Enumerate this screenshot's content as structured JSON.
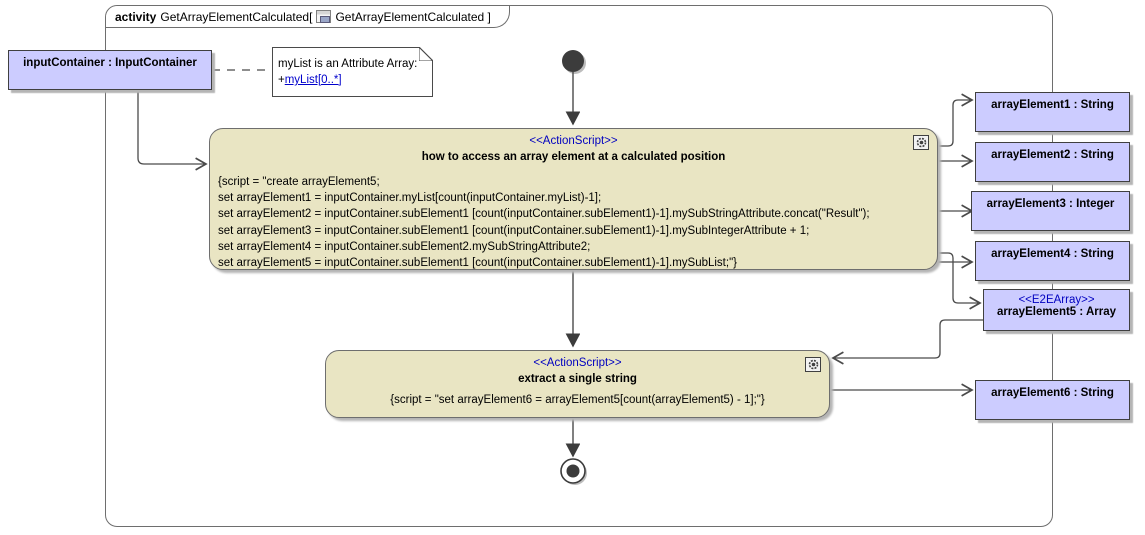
{
  "frame": {
    "keyword": "activity",
    "name_part": "GetArrayElementCalculated[",
    "diagram_ref": "GetArrayElementCalculated ]"
  },
  "input_container": {
    "label": "inputContainer : InputContainer"
  },
  "note": {
    "text": "myList is an Attribute Array:",
    "link_prefix": "+",
    "link_text": "myList[0..*]"
  },
  "action_main": {
    "stereotype": "<<ActionScript>>",
    "title": "how to access an array element at a calculated position",
    "script_lines": [
      "{script = \"create arrayElement5;",
      "set arrayElement1 = inputContainer.myList[count(inputContainer.myList)-1];",
      "set arrayElement2 = inputContainer.subElement1 [count(inputContainer.subElement1)-1].mySubStringAttribute.concat(\"Result\");",
      "set arrayElement3 = inputContainer.subElement1 [count(inputContainer.subElement1)-1].mySubIntegerAttribute + 1;",
      "set arrayElement4 = inputContainer.subElement2.mySubStringAttribute2;",
      "set arrayElement5 = inputContainer.subElement1 [count(inputContainer.subElement1)-1].mySubList;\"}"
    ]
  },
  "action_extract": {
    "stereotype": "<<ActionScript>>",
    "title": "extract a single string",
    "script": "{script = \"set arrayElement6 = arrayElement5[count(arrayElement5) - 1];\"}"
  },
  "outputs": [
    {
      "label": "arrayElement1 : String"
    },
    {
      "label": "arrayElement2 : String"
    },
    {
      "label": "arrayElement3 : Integer"
    },
    {
      "label": "arrayElement4 : String"
    },
    {
      "stereotype": "<<E2EArray>>",
      "label": "arrayElement5 : Array"
    },
    {
      "label": "arrayElement6 : String"
    }
  ],
  "icons": {
    "action_badge": "gear-icon",
    "title_icon": "diagram-icon"
  },
  "colors": {
    "object_fill": "#ccccff",
    "action_fill": "#e9e5c3",
    "stereotype_text": "#0000c0",
    "link_text": "#0000cc",
    "connector": "#4a4a4a"
  }
}
